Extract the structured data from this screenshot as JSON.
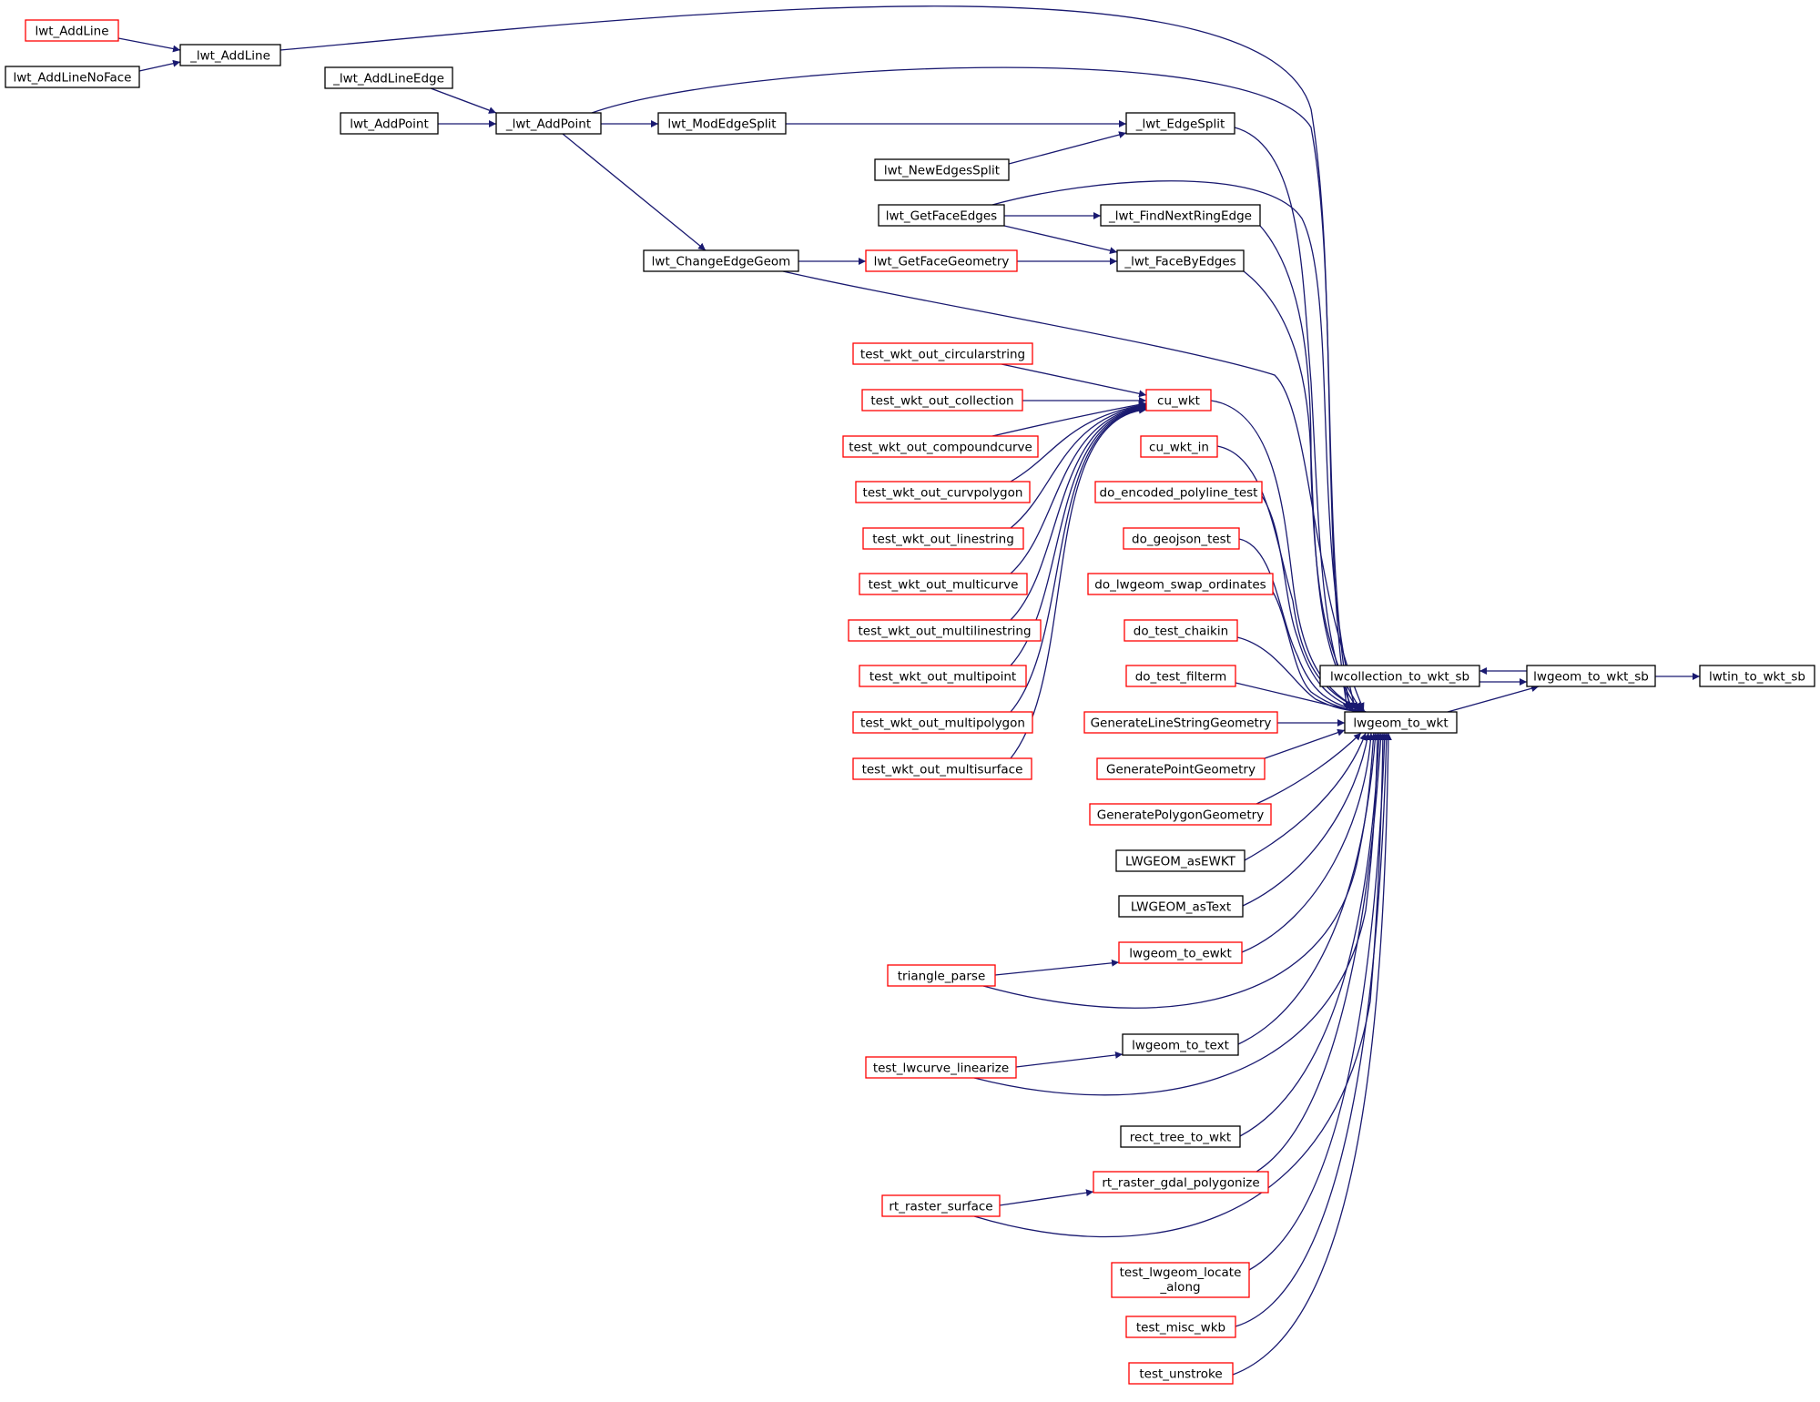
{
  "colors": {
    "edge": "#191970",
    "border_black": "#000000",
    "border_red": "#ff0000",
    "focus_fill": "#bfbfbf"
  },
  "nodes": [
    {
      "id": "lwt_AddLine",
      "label": "lwt_AddLine",
      "border": "red"
    },
    {
      "id": "_lwt_AddLine",
      "label": "_lwt_AddLine",
      "border": "black"
    },
    {
      "id": "lwt_AddLineNoFace",
      "label": "lwt_AddLineNoFace",
      "border": "black"
    },
    {
      "id": "_lwt_AddLineEdge",
      "label": "_lwt_AddLineEdge",
      "border": "black"
    },
    {
      "id": "lwt_AddPoint",
      "label": "lwt_AddPoint",
      "border": "black"
    },
    {
      "id": "_lwt_AddPoint",
      "label": "_lwt_AddPoint",
      "border": "black"
    },
    {
      "id": "lwt_ModEdgeSplit",
      "label": "lwt_ModEdgeSplit",
      "border": "black"
    },
    {
      "id": "_lwt_EdgeSplit",
      "label": "_lwt_EdgeSplit",
      "border": "black"
    },
    {
      "id": "lwt_NewEdgesSplit",
      "label": "lwt_NewEdgesSplit",
      "border": "black"
    },
    {
      "id": "lwt_GetFaceEdges",
      "label": "lwt_GetFaceEdges",
      "border": "black"
    },
    {
      "id": "_lwt_FindNextRingEdge",
      "label": "_lwt_FindNextRingEdge",
      "border": "black"
    },
    {
      "id": "lwt_ChangeEdgeGeom",
      "label": "lwt_ChangeEdgeGeom",
      "border": "black"
    },
    {
      "id": "lwt_GetFaceGeometry",
      "label": "lwt_GetFaceGeometry",
      "border": "red"
    },
    {
      "id": "_lwt_FaceByEdges",
      "label": "_lwt_FaceByEdges",
      "border": "black"
    },
    {
      "id": "test_wkt_out_circularstring",
      "label": "test_wkt_out_circularstring",
      "border": "red"
    },
    {
      "id": "cu_wkt",
      "label": "cu_wkt",
      "border": "red"
    },
    {
      "id": "test_wkt_out_collection",
      "label": "test_wkt_out_collection",
      "border": "red"
    },
    {
      "id": "cu_wkt_in",
      "label": "cu_wkt_in",
      "border": "red"
    },
    {
      "id": "test_wkt_out_compoundcurve",
      "label": "test_wkt_out_compoundcurve",
      "border": "red"
    },
    {
      "id": "do_encoded_polyline_test",
      "label": "do_encoded_polyline_test",
      "border": "red"
    },
    {
      "id": "test_wkt_out_curvpolygon",
      "label": "test_wkt_out_curvpolygon",
      "border": "red"
    },
    {
      "id": "test_wkt_out_linestring",
      "label": "test_wkt_out_linestring",
      "border": "red"
    },
    {
      "id": "do_geojson_test",
      "label": "do_geojson_test",
      "border": "red"
    },
    {
      "id": "test_wkt_out_multicurve",
      "label": "test_wkt_out_multicurve",
      "border": "red"
    },
    {
      "id": "do_lwgeom_swap_ordinates",
      "label": "do_lwgeom_swap_ordinates",
      "border": "red"
    },
    {
      "id": "test_wkt_out_multilinestring",
      "label": "test_wkt_out_multilinestring",
      "border": "red"
    },
    {
      "id": "do_test_chaikin",
      "label": "do_test_chaikin",
      "border": "red"
    },
    {
      "id": "test_wkt_out_multipoint",
      "label": "test_wkt_out_multipoint",
      "border": "red"
    },
    {
      "id": "do_test_filterm",
      "label": "do_test_filterm",
      "border": "red"
    },
    {
      "id": "lwcollection_to_wkt_sb",
      "label": "lwcollection_to_wkt_sb",
      "border": "black"
    },
    {
      "id": "lwgeom_to_wkt_sb",
      "label": "lwgeom_to_wkt_sb",
      "border": "black"
    },
    {
      "id": "lwtin_to_wkt_sb",
      "label": "lwtin_to_wkt_sb",
      "border": "black",
      "fill": "focus"
    },
    {
      "id": "test_wkt_out_multipolygon",
      "label": "test_wkt_out_multipolygon",
      "border": "red"
    },
    {
      "id": "GenerateLineStringGeometry",
      "label": "GenerateLineStringGeometry",
      "border": "red"
    },
    {
      "id": "lwgeom_to_wkt",
      "label": "lwgeom_to_wkt",
      "border": "black"
    },
    {
      "id": "test_wkt_out_multisurface",
      "label": "test_wkt_out_multisurface",
      "border": "red"
    },
    {
      "id": "GeneratePointGeometry",
      "label": "GeneratePointGeometry",
      "border": "red"
    },
    {
      "id": "GeneratePolygonGeometry",
      "label": "GeneratePolygonGeometry",
      "border": "red"
    },
    {
      "id": "LWGEOM_asEWKT",
      "label": "LWGEOM_asEWKT",
      "border": "black"
    },
    {
      "id": "LWGEOM_asText",
      "label": "LWGEOM_asText",
      "border": "black"
    },
    {
      "id": "lwgeom_to_ewkt",
      "label": "lwgeom_to_ewkt",
      "border": "red"
    },
    {
      "id": "triangle_parse",
      "label": "triangle_parse",
      "border": "red"
    },
    {
      "id": "lwgeom_to_text",
      "label": "lwgeom_to_text",
      "border": "black"
    },
    {
      "id": "test_lwcurve_linearize",
      "label": "test_lwcurve_linearize",
      "border": "red"
    },
    {
      "id": "rect_tree_to_wkt",
      "label": "rect_tree_to_wkt",
      "border": "black"
    },
    {
      "id": "rt_raster_gdal_polygonize",
      "label": "rt_raster_gdal_polygonize",
      "border": "red"
    },
    {
      "id": "rt_raster_surface",
      "label": "rt_raster_surface",
      "border": "red"
    },
    {
      "id": "test_lwgeom_locate_along",
      "label": "test_lwgeom_locate\n_along",
      "border": "red"
    },
    {
      "id": "test_misc_wkb",
      "label": "test_misc_wkb",
      "border": "red"
    },
    {
      "id": "test_unstroke",
      "label": "test_unstroke",
      "border": "red"
    }
  ],
  "edges": [
    {
      "from": "lwt_AddLine",
      "to": "_lwt_AddLine"
    },
    {
      "from": "lwt_AddLineNoFace",
      "to": "_lwt_AddLine"
    },
    {
      "from": "_lwt_AddLine",
      "to": "lwgeom_to_wkt"
    },
    {
      "from": "_lwt_AddLineEdge",
      "to": "_lwt_AddPoint"
    },
    {
      "from": "lwt_AddPoint",
      "to": "_lwt_AddPoint"
    },
    {
      "from": "_lwt_AddPoint",
      "to": "lwgeom_to_wkt"
    },
    {
      "from": "_lwt_AddPoint",
      "to": "lwt_ModEdgeSplit"
    },
    {
      "from": "_lwt_AddPoint",
      "to": "lwt_ChangeEdgeGeom"
    },
    {
      "from": "lwt_ModEdgeSplit",
      "to": "_lwt_EdgeSplit"
    },
    {
      "from": "lwt_NewEdgesSplit",
      "to": "_lwt_EdgeSplit"
    },
    {
      "from": "_lwt_EdgeSplit",
      "to": "lwgeom_to_wkt"
    },
    {
      "from": "lwt_GetFaceEdges",
      "to": "_lwt_FindNextRingEdge"
    },
    {
      "from": "lwt_GetFaceEdges",
      "to": "_lwt_FaceByEdges"
    },
    {
      "from": "lwt_GetFaceEdges",
      "to": "lwgeom_to_wkt"
    },
    {
      "from": "_lwt_FindNextRingEdge",
      "to": "lwgeom_to_wkt"
    },
    {
      "from": "lwt_ChangeEdgeGeom",
      "to": "lwt_GetFaceGeometry"
    },
    {
      "from": "lwt_GetFaceGeometry",
      "to": "_lwt_FaceByEdges"
    },
    {
      "from": "_lwt_FaceByEdges",
      "to": "lwgeom_to_wkt"
    },
    {
      "from": "lwt_ChangeEdgeGeom",
      "to": "lwgeom_to_wkt"
    },
    {
      "from": "test_wkt_out_circularstring",
      "to": "cu_wkt"
    },
    {
      "from": "test_wkt_out_collection",
      "to": "cu_wkt"
    },
    {
      "from": "test_wkt_out_compoundcurve",
      "to": "cu_wkt"
    },
    {
      "from": "test_wkt_out_curvpolygon",
      "to": "cu_wkt"
    },
    {
      "from": "test_wkt_out_linestring",
      "to": "cu_wkt"
    },
    {
      "from": "test_wkt_out_multicurve",
      "to": "cu_wkt"
    },
    {
      "from": "test_wkt_out_multilinestring",
      "to": "cu_wkt"
    },
    {
      "from": "test_wkt_out_multipoint",
      "to": "cu_wkt"
    },
    {
      "from": "test_wkt_out_multipolygon",
      "to": "cu_wkt"
    },
    {
      "from": "test_wkt_out_multisurface",
      "to": "cu_wkt"
    },
    {
      "from": "cu_wkt",
      "to": "lwgeom_to_wkt"
    },
    {
      "from": "cu_wkt_in",
      "to": "lwgeom_to_wkt"
    },
    {
      "from": "do_encoded_polyline_test",
      "to": "lwgeom_to_wkt"
    },
    {
      "from": "do_geojson_test",
      "to": "lwgeom_to_wkt"
    },
    {
      "from": "do_lwgeom_swap_ordinates",
      "to": "lwgeom_to_wkt"
    },
    {
      "from": "do_test_chaikin",
      "to": "lwgeom_to_wkt"
    },
    {
      "from": "do_test_filterm",
      "to": "lwgeom_to_wkt"
    },
    {
      "from": "GenerateLineStringGeometry",
      "to": "lwgeom_to_wkt"
    },
    {
      "from": "GeneratePointGeometry",
      "to": "lwgeom_to_wkt"
    },
    {
      "from": "GeneratePolygonGeometry",
      "to": "lwgeom_to_wkt"
    },
    {
      "from": "LWGEOM_asEWKT",
      "to": "lwgeom_to_wkt"
    },
    {
      "from": "LWGEOM_asText",
      "to": "lwgeom_to_wkt"
    },
    {
      "from": "lwgeom_to_ewkt",
      "to": "lwgeom_to_wkt"
    },
    {
      "from": "triangle_parse",
      "to": "lwgeom_to_ewkt"
    },
    {
      "from": "triangle_parse",
      "to": "lwgeom_to_wkt"
    },
    {
      "from": "lwgeom_to_text",
      "to": "lwgeom_to_wkt"
    },
    {
      "from": "test_lwcurve_linearize",
      "to": "lwgeom_to_text"
    },
    {
      "from": "test_lwcurve_linearize",
      "to": "lwgeom_to_wkt"
    },
    {
      "from": "rect_tree_to_wkt",
      "to": "lwgeom_to_wkt"
    },
    {
      "from": "rt_raster_gdal_polygonize",
      "to": "lwgeom_to_wkt"
    },
    {
      "from": "rt_raster_surface",
      "to": "rt_raster_gdal_polygonize"
    },
    {
      "from": "rt_raster_surface",
      "to": "lwgeom_to_wkt"
    },
    {
      "from": "test_lwgeom_locate_along",
      "to": "lwgeom_to_wkt"
    },
    {
      "from": "test_misc_wkb",
      "to": "lwgeom_to_wkt"
    },
    {
      "from": "test_unstroke",
      "to": "lwgeom_to_wkt"
    },
    {
      "from": "lwgeom_to_wkt",
      "to": "lwgeom_to_wkt_sb"
    },
    {
      "from": "lwgeom_to_wkt_sb",
      "to": "lwcollection_to_wkt_sb"
    },
    {
      "from": "lwcollection_to_wkt_sb",
      "to": "lwgeom_to_wkt_sb"
    },
    {
      "from": "lwgeom_to_wkt_sb",
      "to": "lwtin_to_wkt_sb"
    }
  ]
}
